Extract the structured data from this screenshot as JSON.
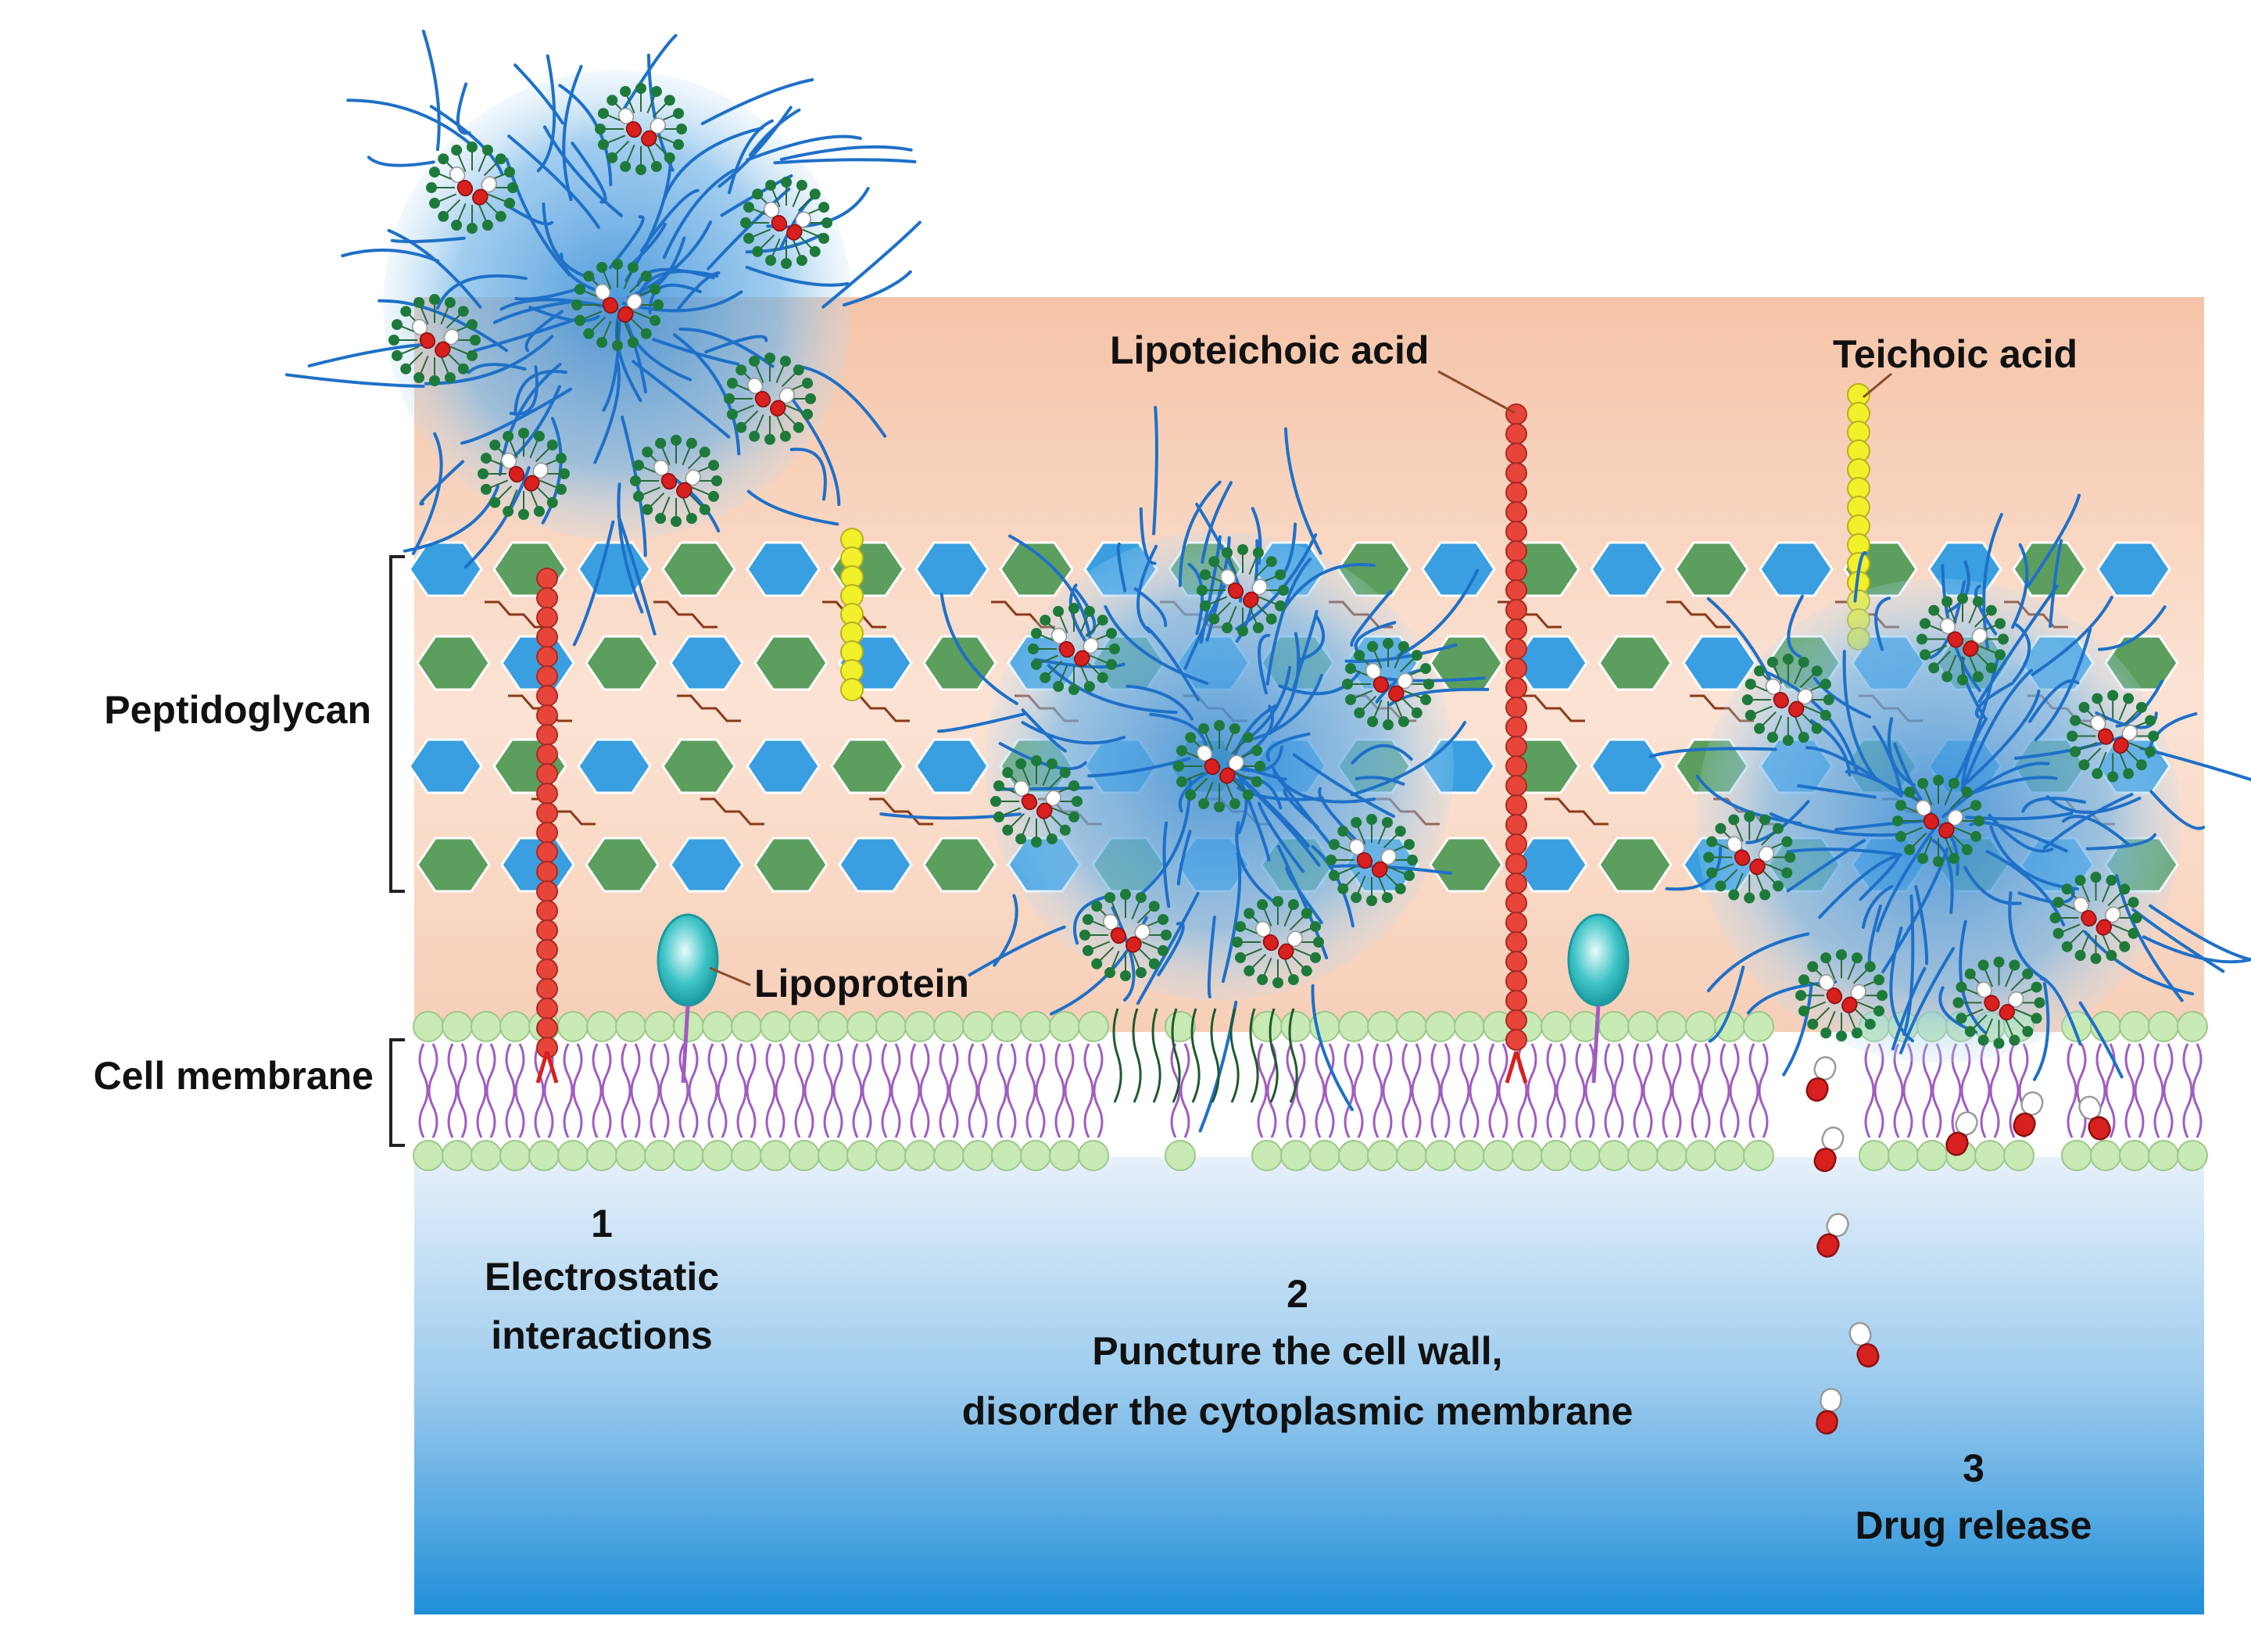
{
  "labels": {
    "peptidoglycan": "Peptidoglycan",
    "cell_membrane": "Cell membrane",
    "lipoteichoic_acid": "Lipoteichoic acid",
    "teichoic_acid": "Teichoic acid",
    "lipoprotein": "Lipoprotein"
  },
  "steps": [
    {
      "number": "1",
      "lines": [
        "Electrostatic",
        "interactions"
      ]
    },
    {
      "number": "2",
      "lines": [
        "Puncture the cell wall,",
        "disorder the cytoplasmic membrane"
      ]
    },
    {
      "number": "3",
      "lines": [
        "Drug release"
      ]
    }
  ],
  "colors": {
    "cell_wall_top": "#f5c4a8",
    "cytoplasm_top": "#e6f1fa",
    "cytoplasm_bottom": "#1f8fd8",
    "hexagon_blue": "#3a9fe0",
    "hexagon_green": "#5c9e5e",
    "lipoteichoic_bead": "#e8453a",
    "teichoic_bead": "#f1f02a",
    "lipid_head": "#c8eab4",
    "lipid_tail": "#a05cc0",
    "lipoprotein": "#40c4c8",
    "nanoparticle_core": "#3a8fd8",
    "polymer_chain": "#1e70c8",
    "micelle_dot": "#1e7a3a",
    "drug_red": "#d8201e"
  }
}
